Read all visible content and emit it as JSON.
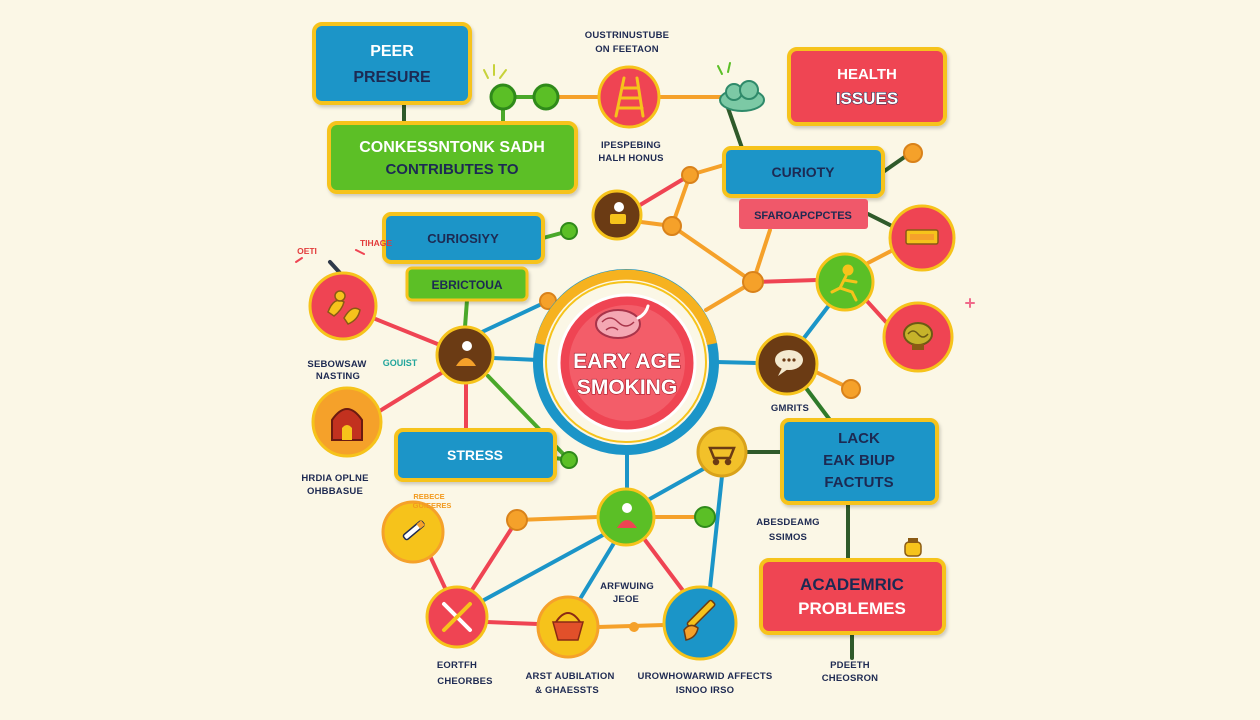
{
  "diagram": {
    "center": {
      "line1": "EARY AGE",
      "line2": "SMOKING"
    },
    "peer_pressure": {
      "line1": "PEER",
      "line2": "PRESURE"
    },
    "health_issues": {
      "line1": "HEALTH",
      "line2": "ISSUES"
    },
    "contributes_to": {
      "line1": "CONKESSNTONK SADH",
      "line2": "CONTRIBUTES TO"
    },
    "curioty": "CURIOTY",
    "sfaroapcpctes": "SFAROAPCPCTES",
    "curiosiyy": "CURIOSIYY",
    "ebrictoua": "EBRICTOUA",
    "stress": "STRESS",
    "lack_factuts": {
      "line1": "LACK",
      "line2": "EAK BIUP",
      "line3": "FACTUTS"
    },
    "academic_problems": {
      "line1": "ACADEMRIC",
      "line2": "PROBLEMES"
    }
  },
  "captions": {
    "top": [
      "OUSTRINUSTUBE",
      "ON FEETAON"
    ],
    "upper_center": [
      "IPESPEBING",
      "HALH HONUS"
    ],
    "left_tags": [
      "OETI",
      "TIHAGE"
    ],
    "left_middle": [
      "SEBOWSAW",
      "NASTING"
    ],
    "left_middle_tag": "GOUIST",
    "left_lower": [
      "HRDIA OPLNE",
      "OHBBASUE"
    ],
    "stress_note": [
      "REBECE",
      "GUIEERES"
    ],
    "right_middle": "GMRITS",
    "right_lower": [
      "ABESDEAMG",
      "SSIMOS"
    ],
    "bottom_center": [
      "ARFWUING",
      "JEOE"
    ],
    "bottom_left": [
      "EORTFH",
      "CHEORBES"
    ],
    "bottom_mid_left": [
      "ARST AUBILATION",
      "& GHAESSTS"
    ],
    "bottom_mid_right": [
      "UROWHOWARWID AFFECTS",
      "ISNOO IRSO"
    ],
    "bottom_right": [
      "PDEETH",
      "CHEOSRON"
    ]
  },
  "icons": [
    "brain-icon",
    "ladder-icon",
    "cloud-icon",
    "person-reading-icon",
    "sofa-icon",
    "running-person-icon",
    "plant-brain-icon",
    "speech-bubble-icon",
    "person-icon",
    "hands-icon",
    "arch-house-icon",
    "cigarette-icon",
    "cart-icon",
    "crossed-tools-icon",
    "basket-icon",
    "cigarette-hand-icon",
    "jar-icon",
    "sparkle-icon"
  ],
  "colors": {
    "background": "#fbf7e6",
    "blue": "#1b95c8",
    "red": "#ef4453",
    "green": "#5bbf26",
    "yellow": "#f6c31b",
    "orange": "#f5a12a",
    "brown": "#6b3b14",
    "navy": "#1e2a52"
  }
}
